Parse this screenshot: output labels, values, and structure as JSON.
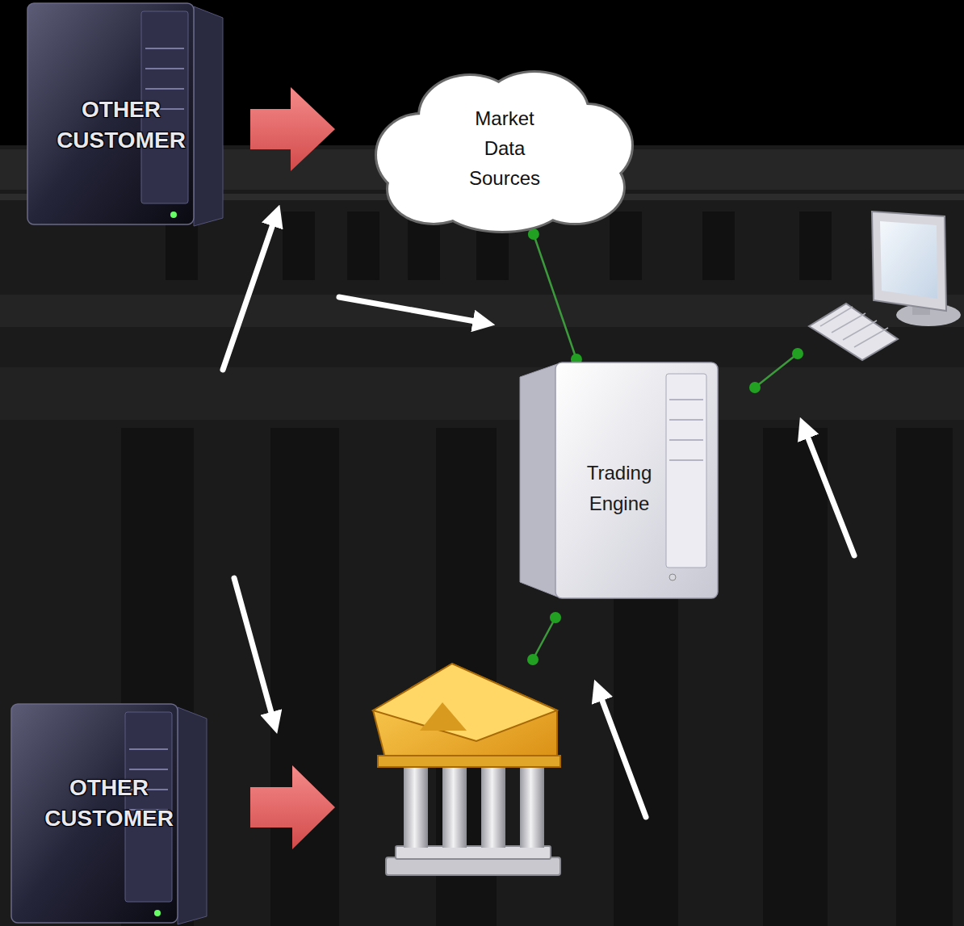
{
  "diagram": {
    "nodes": [
      {
        "text": [
          "OTHER CUSTOMER"
        ]
      },
      {
        "text": [
          "Market Data Sources"
        ]
      },
      {
        "text": [
          "Trading Engine"
        ]
      },
      {
        "text": [
          "OTHER CUSTOMER"
        ]
      }
    ],
    "edges": [
      {
        "from": 0,
        "to": 1,
        "arrow": "to"
      },
      {
        "from": 1,
        "to": 2,
        "arrow": "none"
      }
    ]
  }
}
